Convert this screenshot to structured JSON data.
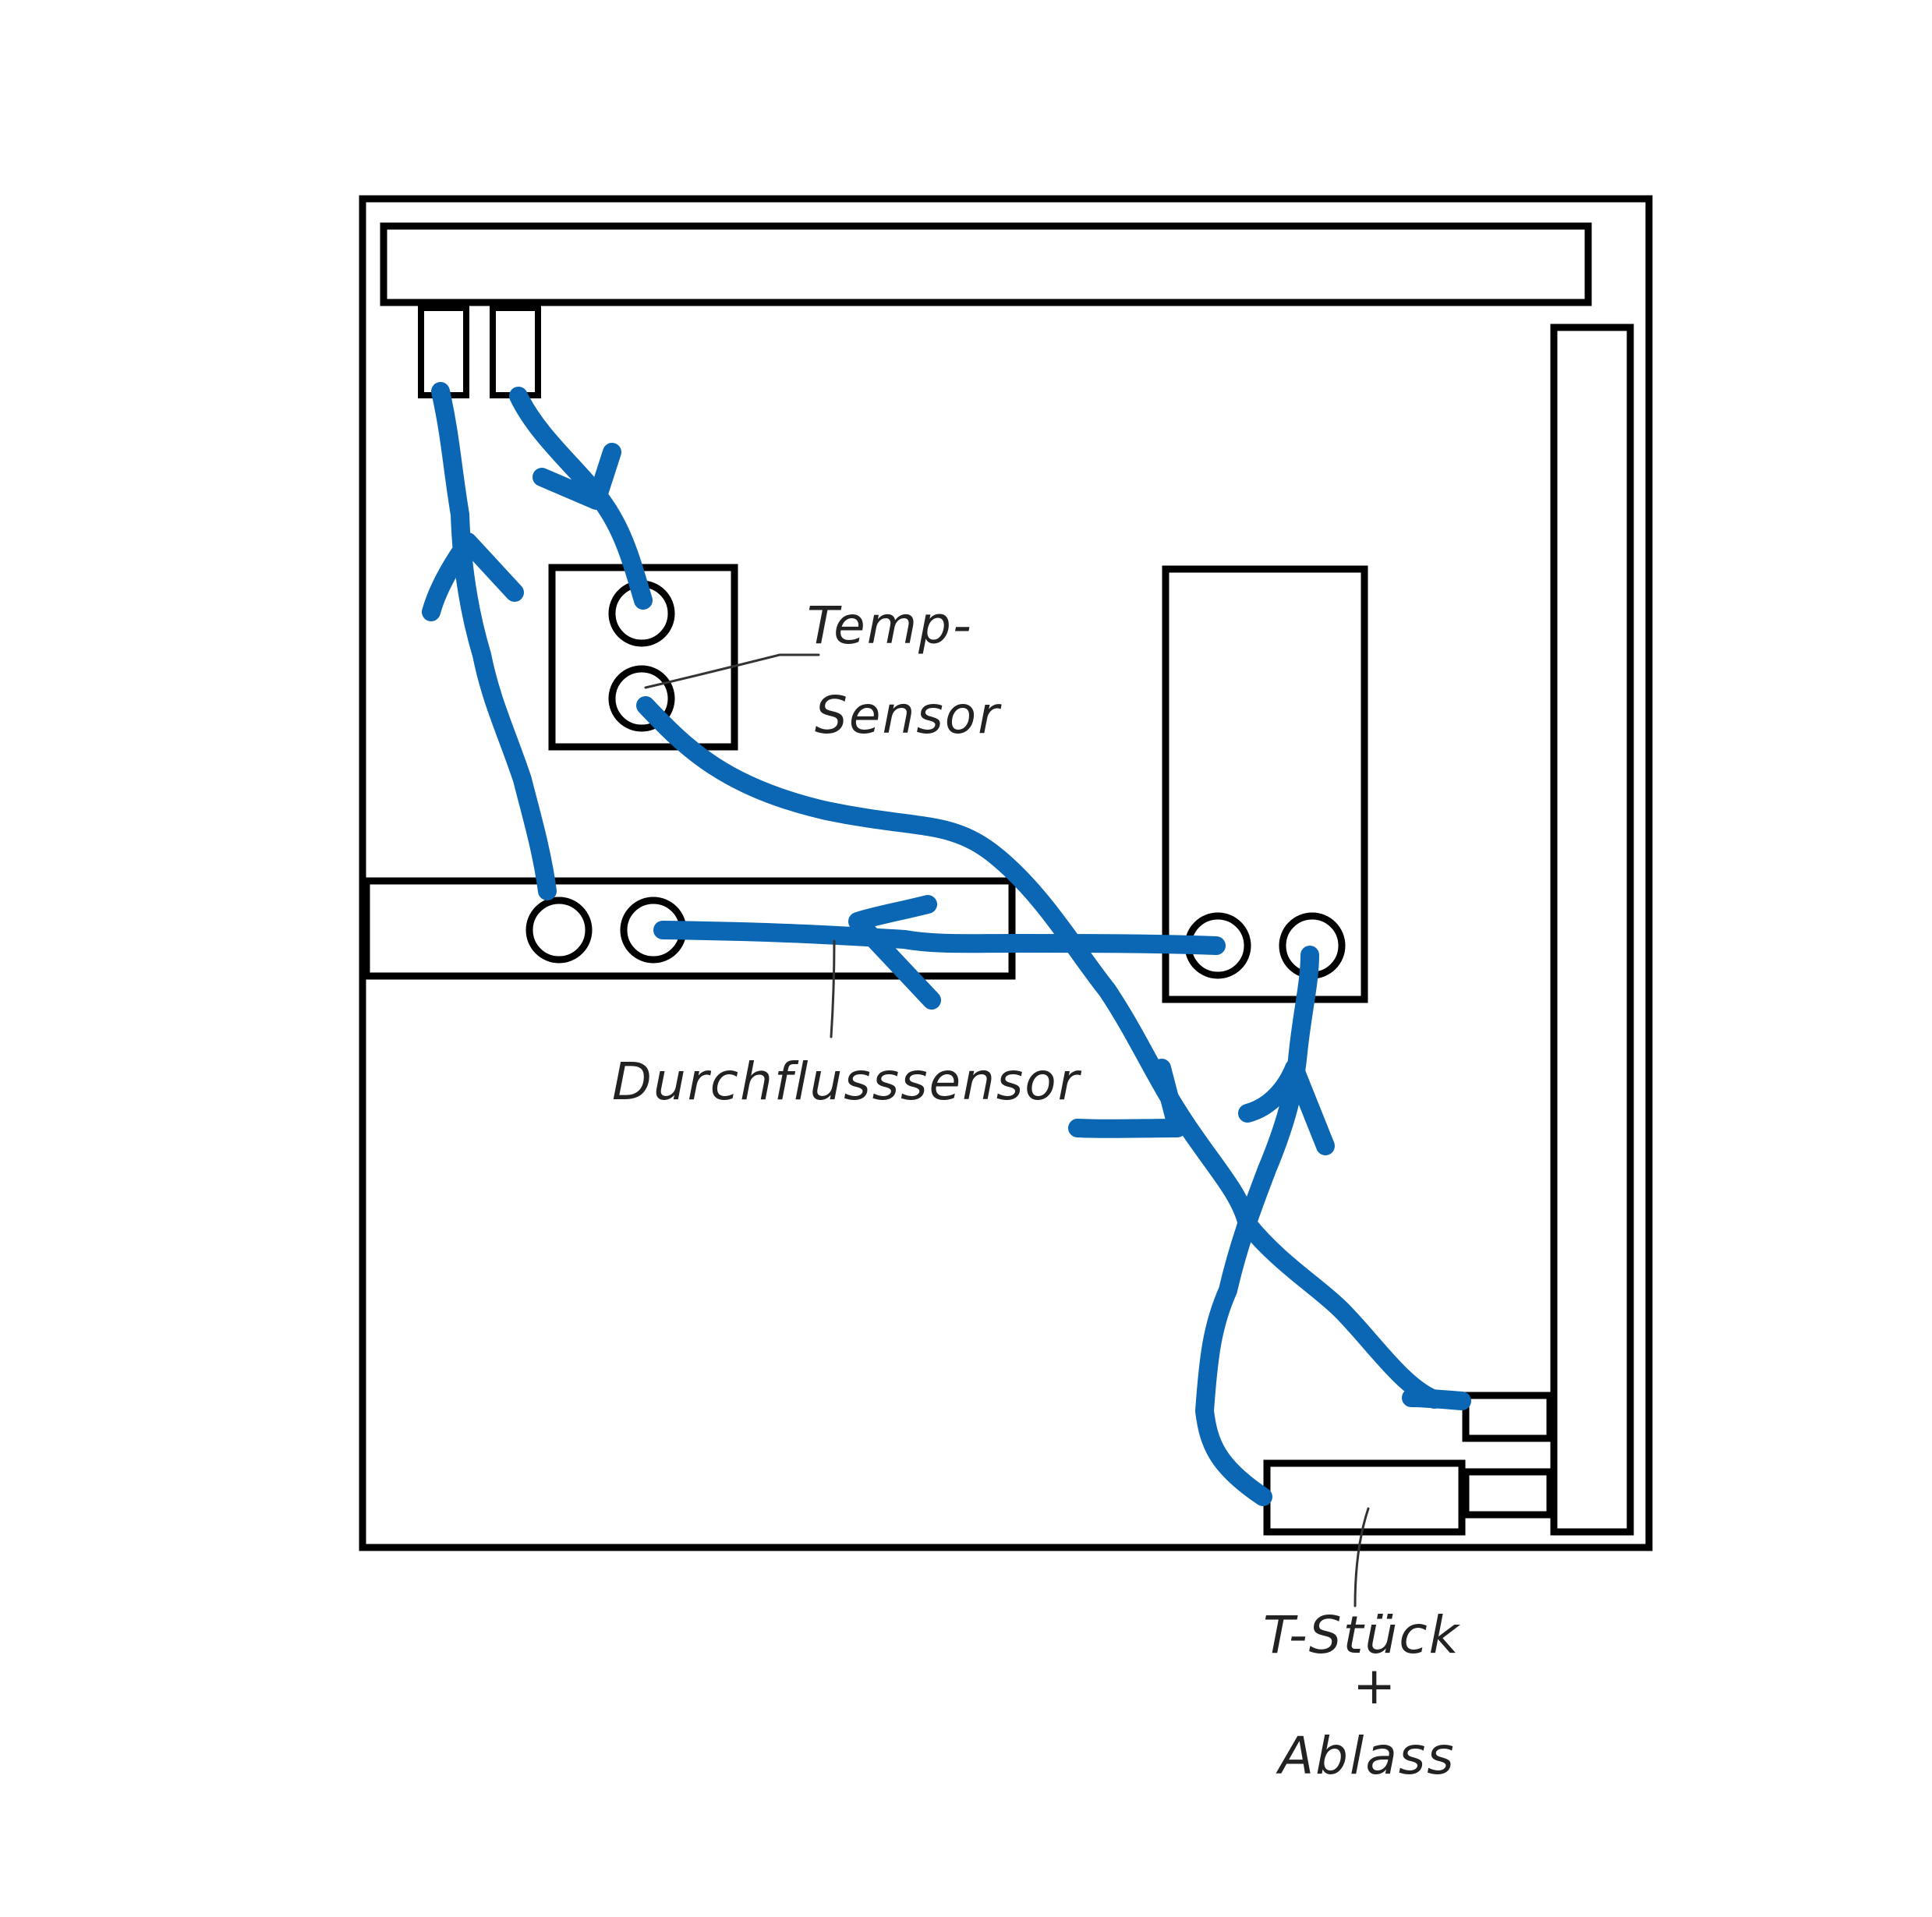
{
  "labels": {
    "temp_sensor_line1": "Temp-",
    "temp_sensor_line2": "Sensor",
    "flow_sensor": "Durchflusssensor",
    "tee_line1": "T-Stück",
    "tee_line2": "+",
    "tee_line3": "Ablass"
  },
  "colors": {
    "flow_line": "#0B67B3",
    "outline": "#000000",
    "handwriting": "#222222",
    "background": "#ffffff"
  }
}
